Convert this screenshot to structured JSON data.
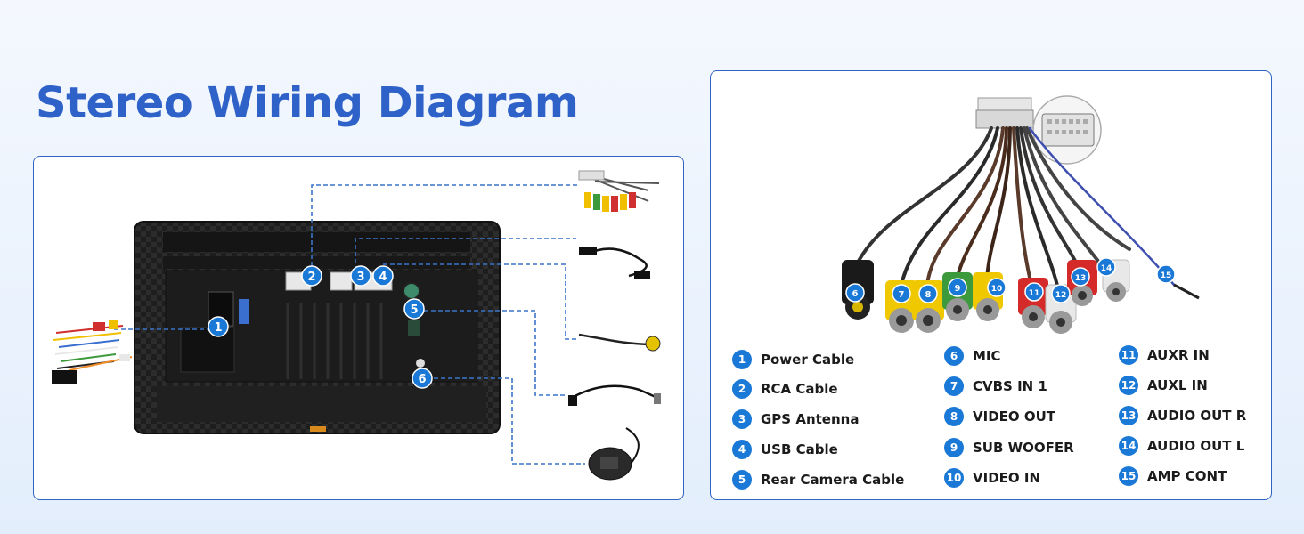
{
  "title": "Stereo Wiring Diagram",
  "colors": {
    "accent": "#2f62c8",
    "badge": "#1a78d6",
    "panel_border": "#2f64c4",
    "dash_line": "#3a74c9"
  },
  "diagram": {
    "markers": [
      "1",
      "2",
      "3",
      "4",
      "5",
      "6"
    ]
  },
  "cable_bundle": {
    "markers": [
      "6",
      "7",
      "8",
      "9",
      "10",
      "11",
      "12",
      "13",
      "14",
      "15"
    ]
  },
  "legend": [
    {
      "num": "1",
      "label": "Power Cable"
    },
    {
      "num": "2",
      "label": "RCA Cable"
    },
    {
      "num": "3",
      "label": "GPS Antenna"
    },
    {
      "num": "4",
      "label": "USB Cable"
    },
    {
      "num": "5",
      "label": "Rear Camera Cable"
    },
    {
      "num": "6",
      "label": "MIC"
    },
    {
      "num": "7",
      "label": "CVBS IN 1"
    },
    {
      "num": "8",
      "label": "VIDEO OUT"
    },
    {
      "num": "9",
      "label": "SUB WOOFER"
    },
    {
      "num": "10",
      "label": "VIDEO IN"
    },
    {
      "num": "11",
      "label": "AUXR IN"
    },
    {
      "num": "12",
      "label": "AUXL IN"
    },
    {
      "num": "13",
      "label": "AUDIO OUT R"
    },
    {
      "num": "14",
      "label": "AUDIO OUT L"
    },
    {
      "num": "15",
      "label": "AMP CONT"
    }
  ]
}
